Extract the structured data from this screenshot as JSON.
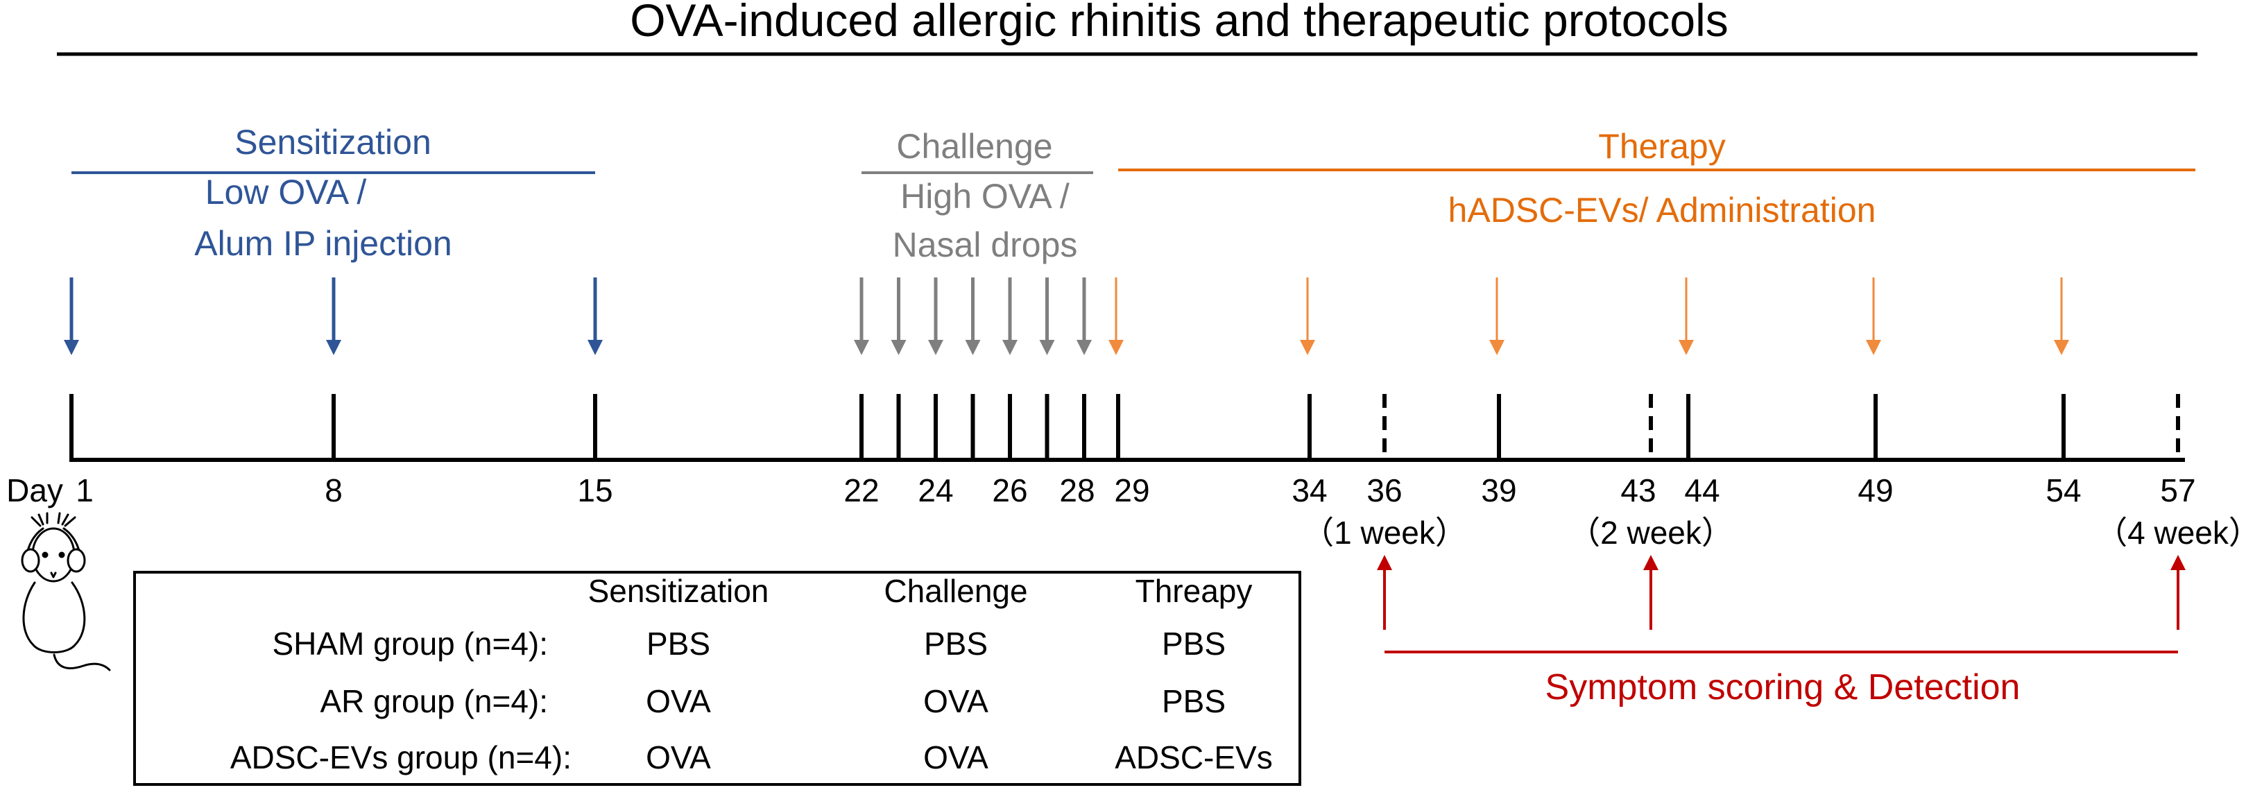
{
  "title": "OVA-induced allergic rhinitis and therapeutic protocols",
  "colors": {
    "sensitization": "#2F5597",
    "challenge": "#7F7F7F",
    "therapy": "#E46C0A",
    "therapy_arrow": "#F08A3C",
    "detection": "#C00000",
    "axis": "#000000"
  },
  "phases": {
    "sensitization": {
      "label": "Sensitization",
      "sub_line1": "Low OVA /",
      "sub_line2": "Alum IP injection"
    },
    "challenge": {
      "label": "Challenge",
      "sub_line1": "High OVA /",
      "sub_line2": "Nasal drops"
    },
    "therapy": {
      "label": "Therapy",
      "sub_line1": "hADSC-EVs/ Administration"
    }
  },
  "timeline": {
    "day_prefix": "Day",
    "axis_range": [
      1,
      57
    ],
    "sensitization_days": [
      1,
      8,
      15
    ],
    "challenge_days": [
      22,
      23,
      24,
      25,
      26,
      27,
      28
    ],
    "therapy_days": [
      29,
      34,
      39,
      44,
      49,
      54
    ],
    "detection_days": [
      36,
      43,
      57
    ],
    "tick_labels": [
      {
        "day": 1,
        "text": "1"
      },
      {
        "day": 8,
        "text": "8"
      },
      {
        "day": 15,
        "text": "15"
      },
      {
        "day": 22,
        "text": "22"
      },
      {
        "day": 24,
        "text": "24"
      },
      {
        "day": 26,
        "text": "26"
      },
      {
        "day": 28,
        "text": "28"
      },
      {
        "day": 29,
        "text": "29"
      },
      {
        "day": 34,
        "text": "34"
      },
      {
        "day": 36,
        "text": "36"
      },
      {
        "day": 39,
        "text": "39"
      },
      {
        "day": 43,
        "text": "43"
      },
      {
        "day": 44,
        "text": "44"
      },
      {
        "day": 49,
        "text": "49"
      },
      {
        "day": 54,
        "text": "54"
      },
      {
        "day": 57,
        "text": "57"
      }
    ],
    "week_labels": [
      {
        "day": 36,
        "text": "（1 week）"
      },
      {
        "day": 43,
        "text": "（2 week）"
      },
      {
        "day": 57,
        "text": "（4 week）"
      }
    ]
  },
  "detection_label": "Symptom scoring & Detection",
  "groups_table": {
    "headers": [
      "Sensitization",
      "Challenge",
      "Threapy"
    ],
    "rows": [
      {
        "group": "SHAM group (n=4):",
        "values": [
          "PBS",
          "PBS",
          "PBS"
        ]
      },
      {
        "group": "AR group (n=4):",
        "values": [
          "OVA",
          "OVA",
          "PBS"
        ]
      },
      {
        "group": "ADSC-EVs group (n=4):",
        "values": [
          "OVA",
          "OVA",
          "ADSC-EVs"
        ]
      }
    ]
  },
  "icons": {
    "mouse": "mouse-icon"
  }
}
